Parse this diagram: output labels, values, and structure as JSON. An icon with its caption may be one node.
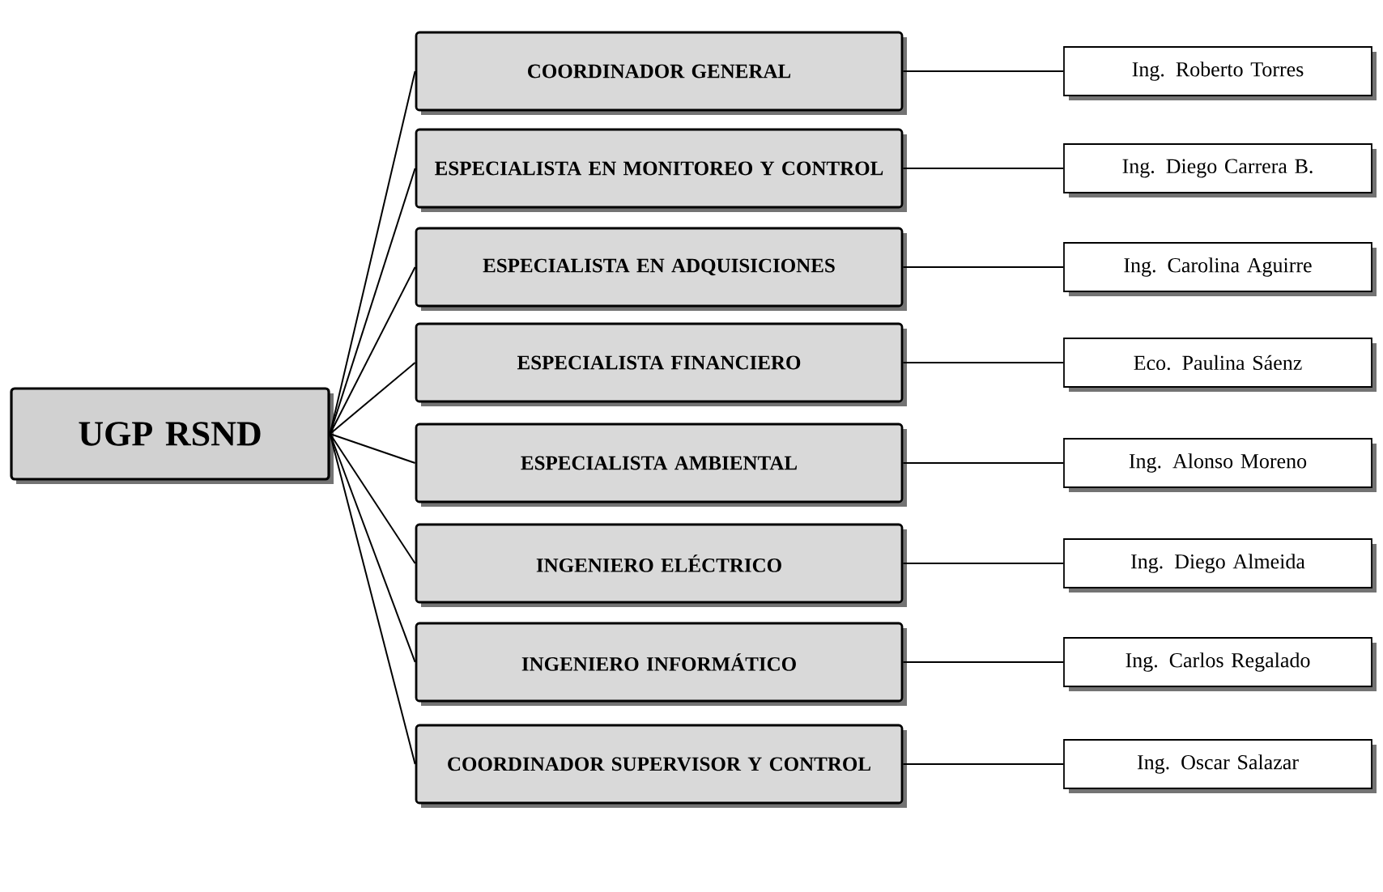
{
  "diagram": {
    "nodes": [
      {
        "text": [
          "UGP RSND"
        ]
      },
      {
        "text": [
          "COORDINADOR GENERAL"
        ]
      },
      {
        "text": [
          "ESPECIALISTA EN MONITOREO Y CONTROL"
        ]
      },
      {
        "text": [
          "ESPECIALISTA EN ADQUISICIONES"
        ]
      },
      {
        "text": [
          "ESPECIALISTA FINANCIERO"
        ]
      },
      {
        "text": [
          "ESPECIALISTA AMBIENTAL"
        ]
      },
      {
        "text": [
          "INGENIERO ELÉCTRICO"
        ]
      },
      {
        "text": [
          "INGENIERO INFORMÁTICO"
        ]
      },
      {
        "text": [
          "COORDINADOR SUPERVISOR Y CONTROL"
        ]
      },
      {
        "text": [
          "Ing. Roberto Torres"
        ]
      },
      {
        "text": [
          "Ing. Diego Carrera B."
        ]
      },
      {
        "text": [
          "Ing. Carolina Aguirre"
        ]
      },
      {
        "text": [
          "Eco. Paulina Sáenz"
        ]
      },
      {
        "text": [
          "Ing. Alonso Moreno"
        ]
      },
      {
        "text": [
          "Ing. Diego Almeida"
        ]
      },
      {
        "text": [
          "Ing. Carlos Regalado"
        ]
      },
      {
        "text": [
          "Ing. Oscar Salazar"
        ]
      }
    ],
    "edges": [
      {
        "from": 0,
        "to": 1,
        "arrow": "none"
      },
      {
        "from": 0,
        "to": 2,
        "arrow": "none"
      },
      {
        "from": 0,
        "to": 3,
        "arrow": "none"
      },
      {
        "from": 0,
        "to": 4,
        "arrow": "none"
      },
      {
        "from": 0,
        "to": 5,
        "arrow": "none"
      },
      {
        "from": 0,
        "to": 6,
        "arrow": "none"
      },
      {
        "from": 0,
        "to": 7,
        "arrow": "none"
      },
      {
        "from": 0,
        "to": 8,
        "arrow": "none"
      },
      {
        "from": 1,
        "to": 9,
        "arrow": "none"
      },
      {
        "from": 2,
        "to": 10,
        "arrow": "none"
      },
      {
        "from": 3,
        "to": 11,
        "arrow": "none"
      },
      {
        "from": 4,
        "to": 12,
        "arrow": "none"
      },
      {
        "from": 5,
        "to": 13,
        "arrow": "none"
      },
      {
        "from": 6,
        "to": 14,
        "arrow": "none"
      },
      {
        "from": 7,
        "to": 15,
        "arrow": "none"
      },
      {
        "from": 8,
        "to": 16,
        "arrow": "none"
      }
    ]
  }
}
